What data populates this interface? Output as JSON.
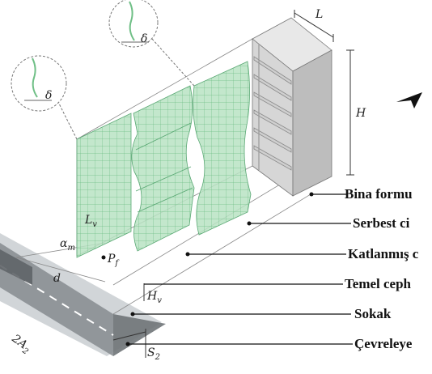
{
  "labels": {
    "building": "Bina formu",
    "free": "Serbest  ci",
    "folded": "Katlanmış c",
    "base": "Temel ceph",
    "street": "Sokak",
    "surround": "Çevreleye"
  },
  "symbols": {
    "L": "L",
    "H": "H",
    "delta1": "δ",
    "delta2": "δ",
    "Lv": "L",
    "Lv_sub": "v",
    "alpha": "α",
    "alpha_sub": "m",
    "Pf": "P",
    "Pf_sub": "f",
    "d": "d",
    "Hv": "H",
    "Hv_sub": "v",
    "A2_prefix": "2A",
    "A2_sub": "2",
    "S2": "S",
    "S2_sub": "2"
  },
  "colors": {
    "panel": "#b8e3c3",
    "grid": "#6fbf86",
    "shelf": "#d6d6d6",
    "road": "#8a8f93",
    "road_light": "#c9ced1"
  }
}
